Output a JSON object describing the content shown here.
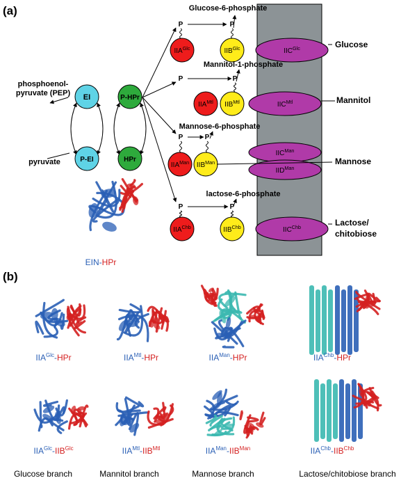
{
  "panel_a": {
    "label": "(a)",
    "left_labels": {
      "pep": "phosphoenol-\npyruvate (PEP)",
      "pyruvate": "pyruvate"
    },
    "nodes": {
      "ei": "EI",
      "pei": "P-EI",
      "phpr": "P-HPr",
      "hpr": "HPr"
    },
    "p_symbol": "P",
    "phosphates": {
      "glucose": "Glucose-6-phosphate",
      "mannitol": "Mannitol-1-phosphate",
      "mannose": "Mannose-6-phosphate",
      "lactose": "lactose-6-phosphate"
    },
    "proteins": {
      "iia_glc": [
        "IIA",
        "Glc"
      ],
      "iib_glc": [
        "IIB",
        "Glc"
      ],
      "iic_glc": [
        "IIC",
        "Glc"
      ],
      "iia_mtl": [
        "IIA",
        "Mtl"
      ],
      "iib_mtl": [
        "IIB",
        "Mtl"
      ],
      "iic_mtl": [
        "IIC",
        "Mtl"
      ],
      "iia_man": [
        "IIA",
        "Man"
      ],
      "iib_man": [
        "IIB",
        "Man"
      ],
      "iic_man": [
        "IIC",
        "Man"
      ],
      "iid_man": [
        "IID",
        "Man"
      ],
      "iia_chb": [
        "IIA",
        "Chb"
      ],
      "iib_chb": [
        "IIB",
        "Chb"
      ],
      "iic_chb": [
        "IIC",
        "Chb"
      ]
    },
    "sugars": {
      "glucose": "Glucose",
      "mannitol": "Mannitol",
      "mannose": "Mannose",
      "lactose": "Lactose/\nchitobiose"
    },
    "complex_label": {
      "a": "EIN",
      "b": "HPr"
    }
  },
  "panel_b": {
    "label": "(b)",
    "top_row": [
      {
        "a": "IIA",
        "a_sup": "Glc",
        "b": "HPr",
        "b_sup": ""
      },
      {
        "a": "IIA",
        "a_sup": "Mtl",
        "b": "HPr",
        "b_sup": ""
      },
      {
        "a": "IIA",
        "a_sup": "Man",
        "b": "HPr",
        "b_sup": ""
      },
      {
        "a": "IIA",
        "a_sup": "Chb",
        "b": "HPr",
        "b_sup": ""
      }
    ],
    "bottom_row": [
      {
        "a": "IIA",
        "a_sup": "Glc",
        "b": "IIB",
        "b_sup": "Glc"
      },
      {
        "a": "IIA",
        "a_sup": "Mtl",
        "b": "IIB",
        "b_sup": "Mtl"
      },
      {
        "a": "IIA",
        "a_sup": "Man",
        "b": "IIB",
        "b_sup": "Man"
      },
      {
        "a": "IIA",
        "a_sup": "Chb",
        "b": "IIB",
        "b_sup": "Chb"
      }
    ],
    "branches": [
      "Glucose branch",
      "Mannitol branch",
      "Mannose branch",
      "Lactose/chitobiose branch"
    ]
  },
  "colors": {
    "ei": "#5fd3e6",
    "hpr": "#2eaa3c",
    "iia": "#ee1c1c",
    "iib": "#ffec1a",
    "iic": "#b03aa8",
    "membrane": "#8c9396",
    "protein_blue": "#2a5fb5",
    "protein_red": "#d42020",
    "protein_cyan": "#3bb8b0"
  }
}
